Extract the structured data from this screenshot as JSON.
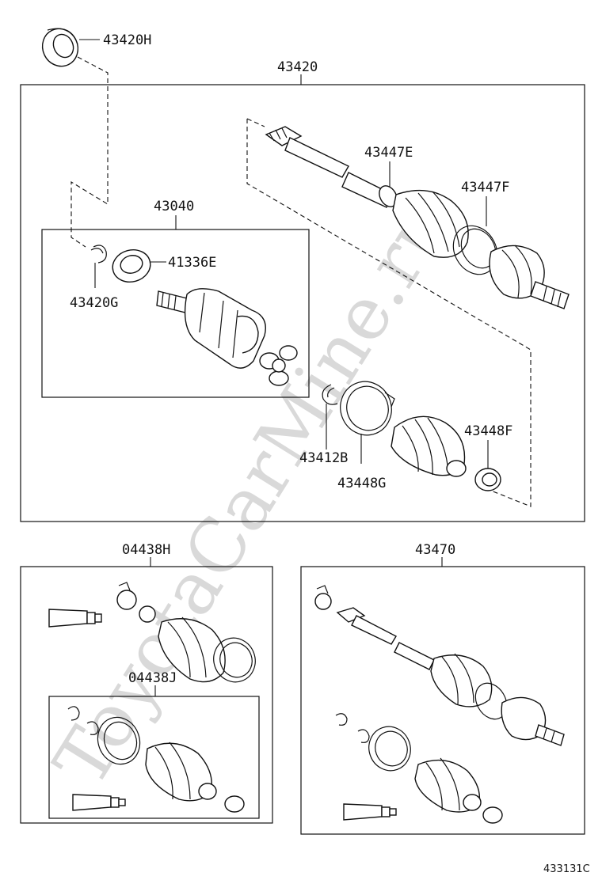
{
  "watermark": "ToyotaCarMine.ru",
  "figure_code": "433131C",
  "labels": {
    "p43420H": "43420H",
    "p43420": "43420",
    "p43447E": "43447E",
    "p43447F": "43447F",
    "p43040": "43040",
    "p41336E": "41336E",
    "p43420G": "43420G",
    "p43412B": "43412B",
    "p43448G": "43448G",
    "p43448F": "43448F",
    "p04438H": "04438H",
    "p04438J": "04438J",
    "p43470": "43470"
  }
}
